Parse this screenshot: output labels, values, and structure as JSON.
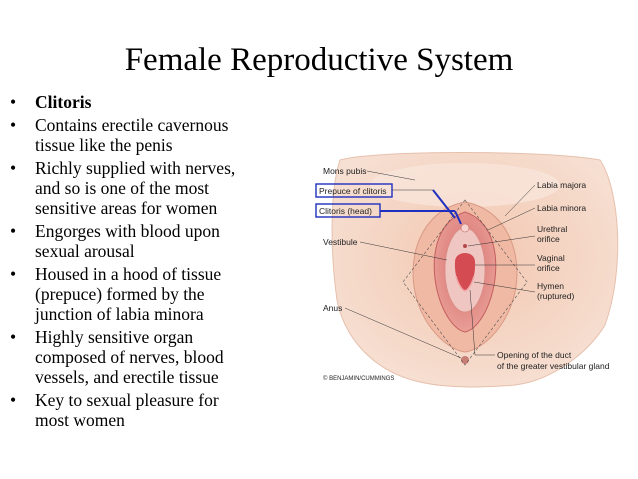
{
  "slide": {
    "title": "Female Reproductive System",
    "bullets": [
      {
        "text": "Clitoris",
        "bold": true,
        "lines": [
          "Clitoris"
        ]
      },
      {
        "text": "Contains erectile cavernous tissue like the penis",
        "lines": [
          "Contains erectile cavernous",
          "tissue like the penis"
        ]
      },
      {
        "text": "Richly supplied with nerves, and so is one of the most sensitive areas for women",
        "lines": [
          "Richly supplied with nerves,",
          "and so is one of the most",
          "sensitive areas for women"
        ]
      },
      {
        "text": "Engorges with blood upon sexual arousal",
        "lines": [
          "Engorges with blood upon",
          "sexual arousal"
        ]
      },
      {
        "text": "Housed in a hood of tissue (prepuce) formed by the junction of labia minora",
        "lines": [
          "Housed in a hood of tissue",
          "(prepuce) formed by the",
          "junction of labia minora"
        ]
      },
      {
        "text": "Highly sensitive organ composed of nerves, blood vessels, and erectile tissue",
        "lines": [
          "Highly sensitive organ",
          "composed of nerves, blood",
          "vessels, and erectile tissue"
        ]
      },
      {
        "text": "Key to sexual pleasure for most women",
        "lines": [
          "Key to sexual pleasure for",
          "most women"
        ]
      }
    ]
  },
  "figure": {
    "labels_left": {
      "mons_pubis": "Mons pubis",
      "prepuce": "Prepuce of clitoris",
      "clitoris": "Clitoris (head)",
      "vestibule": "Vestibule",
      "anus": "Anus"
    },
    "labels_right": {
      "labia_majora": "Labia majora",
      "labia_minora": "Labia minora",
      "urethral_1": "Urethral",
      "urethral_2": "orifice",
      "vaginal_1": "Vaginal",
      "vaginal_2": "orifice",
      "hymen_1": "Hymen",
      "hymen_2": "(ruptured)"
    },
    "labels_bottom": {
      "duct_1": "Opening of the duct",
      "duct_2": "of the greater vestibular gland"
    },
    "credit": "© BENJAMIN/CUMMINGS",
    "highlight_color": "#1f2fbf"
  }
}
